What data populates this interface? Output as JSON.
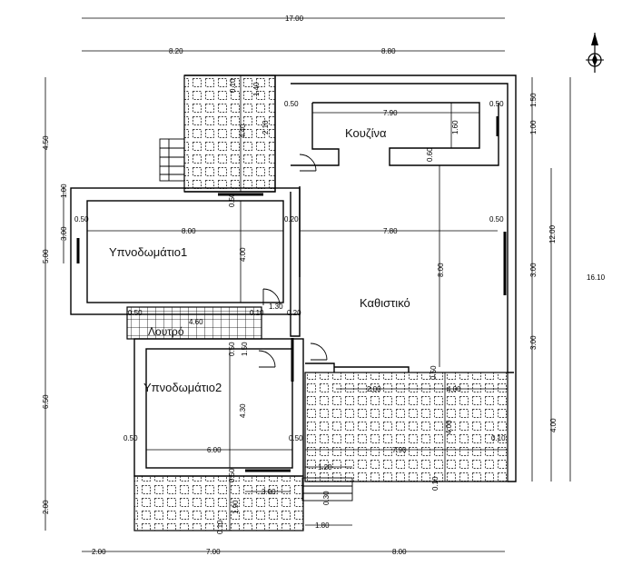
{
  "rooms": {
    "kitchen": "Κουζίνα",
    "bedroom1": "Υπνοδωμάτιο1",
    "living": "Καθιστικό",
    "bathroom": "Λουτρό",
    "bedroom2": "Υπνοδωμάτιο2"
  },
  "dims": {
    "total_width": "17.00",
    "top_left": "8.20",
    "top_right": "8.80",
    "left_1": "4.50",
    "left_2": "5.00",
    "left_3": "6.50",
    "left_4": "2.00",
    "left_small_1": "1.00",
    "left_small_2": "3.00",
    "right_1": "1.50",
    "right_2": "1.00",
    "right_3": "12.00",
    "right_4": "3.00",
    "right_5": "3.00",
    "right_6": "4.00",
    "right_total": "16.10",
    "bottom_1": "2.00",
    "bottom_2": "7.00",
    "bottom_3": "8.00",
    "kitchen_width": "7.90",
    "kitchen_depth": "1.60",
    "kitchen_side": "0.50",
    "kitchen_side_r": "0.50",
    "kitchen_door": "0.60",
    "stair_w": "0.10",
    "stair_h": "1.40",
    "stair_v": "2.10",
    "upper_v": "4.40",
    "living_width": "7.80",
    "living_h": "8.00",
    "living_side_l": "0.20",
    "living_side_r": "0.50",
    "bed1_width": "8.00",
    "bed1_side": "0.50",
    "bed1_h": "4.00",
    "bed1_wall": "0.50",
    "bed1_door": "1.30",
    "bed1_gap": "0.20",
    "bath_w": "0.50",
    "bath_d": "4.60",
    "bath_small": "0.10",
    "bath_v": "1.50",
    "bed2_width": "6.00",
    "bed2_side_l": "0.50",
    "bed2_side_r": "0.50",
    "bed2_h": "4.30",
    "bed2_v": "0.50",
    "bed2_door": "0.20",
    "terrace_w1": "2.00",
    "terrace_w2": "4.00",
    "terrace_w3": "7.90",
    "terrace_v1": "0.50",
    "terrace_v2": "4.00",
    "terrace_side": "0.10",
    "step_w": "1.20",
    "step_w2": "1.80",
    "step_v": "0.30",
    "step_v2": "0.10",
    "balcony_w": "3.00",
    "balcony_h": "1.90",
    "balcony_v": "0.50",
    "balcony_s": "0.10"
  },
  "north_icon": "north-arrow-icon"
}
